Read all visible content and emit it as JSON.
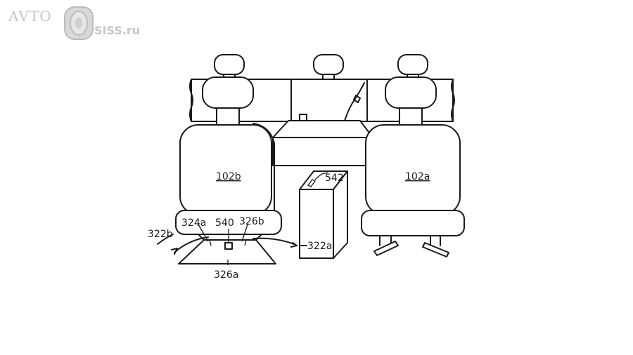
{
  "watermark": {
    "left_text": "AVTO",
    "right_text": "SISS.ru"
  },
  "labels": {
    "seat_left": "102b",
    "seat_right": "102a",
    "box_device": "542",
    "box_ref": "322a",
    "vent_left": "324a",
    "vent_center": "540",
    "vent_right": "326b",
    "flow_left": "322b",
    "base_ref": "326a"
  }
}
